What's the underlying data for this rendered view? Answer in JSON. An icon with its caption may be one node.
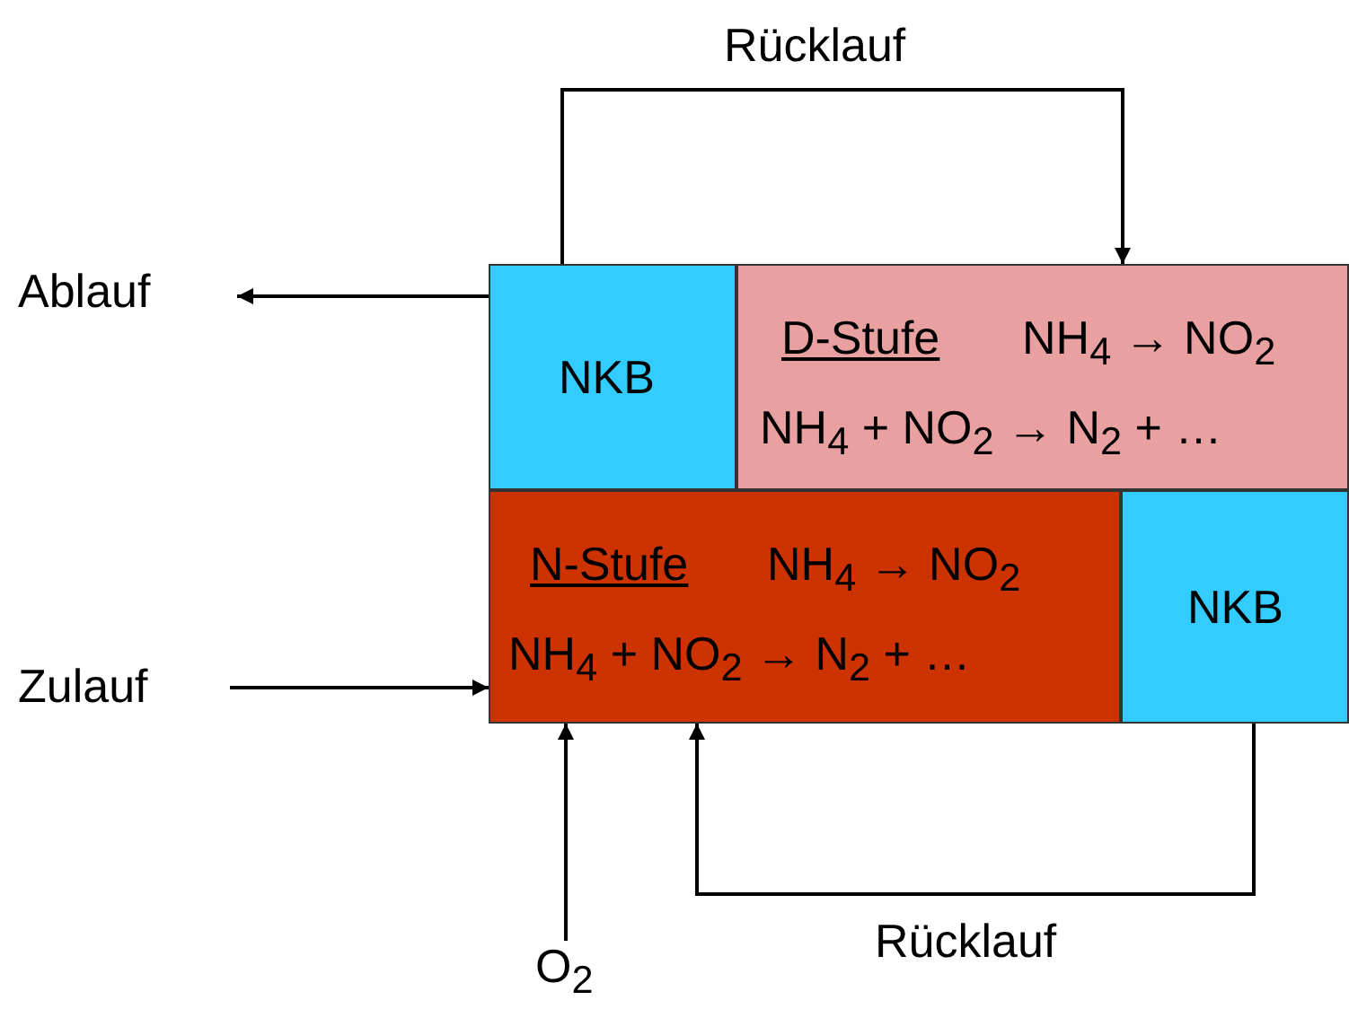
{
  "diagram": {
    "nodes": [
      {
        "text": [
          "NKB"
        ]
      },
      {
        "text": [
          "D-Stufe",
          "NH$_{4}$ → NO$_{2}$",
          "NH$_{4}$ + NO$_{2}$ → N$_{2}$ + …"
        ]
      },
      {
        "text": [
          "N-Stufe",
          "NH$_{4}$ → NO$_{2}$",
          "NH$_{4}$ + NO$_{2}$ → N$_{2}$ + …"
        ]
      },
      {
        "text": [
          "NKB"
        ]
      },
      {
        "text": [
          "Ablauf"
        ]
      },
      {
        "text": [
          "Zulauf"
        ]
      },
      {
        "text": [
          "O$_{2}$"
        ]
      }
    ],
    "edges": [
      {
        "from": 0,
        "to": 4,
        "arrow": "to"
      },
      {
        "from": 5,
        "to": 2,
        "arrow": "to"
      },
      {
        "from": 6,
        "to": 2,
        "arrow": "to"
      },
      {
        "from": 0,
        "to": 1,
        "arrow": "to",
        "label": "Rücklauf"
      },
      {
        "from": 3,
        "to": 2,
        "arrow": "to",
        "label": "Rücklauf"
      }
    ]
  }
}
